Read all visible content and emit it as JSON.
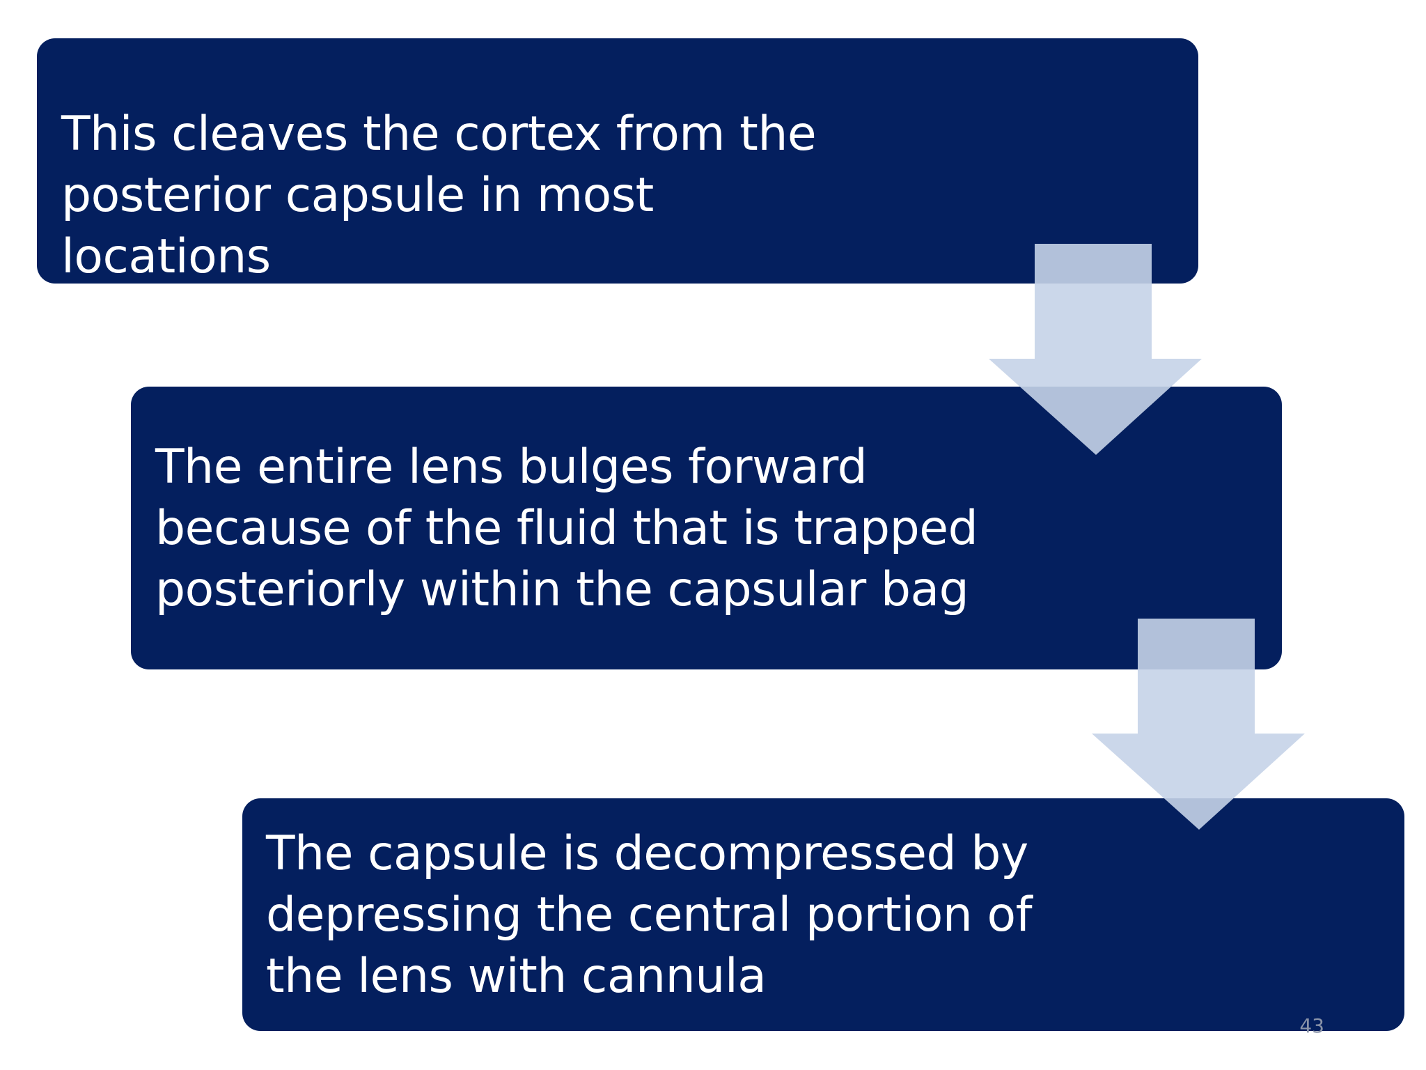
{
  "slide": {
    "colors": {
      "box_fill": "#041f5e",
      "box_text": "#ffffff",
      "arrow_fill": "#c5d3e8"
    },
    "steps": [
      {
        "text": "This cleaves the cortex from the\nposterior capsule in most\nlocations"
      },
      {
        "text": "The entire lens bulges forward\nbecause of the fluid that is trapped\nposteriorly within the capsular bag"
      },
      {
        "text": "The capsule is decompressed by\ndepressing the central portion of\nthe lens with cannula"
      }
    ],
    "connectors": [
      {
        "icon": "down-arrow-icon"
      },
      {
        "icon": "down-arrow-icon"
      }
    ],
    "slide_number": "43"
  }
}
